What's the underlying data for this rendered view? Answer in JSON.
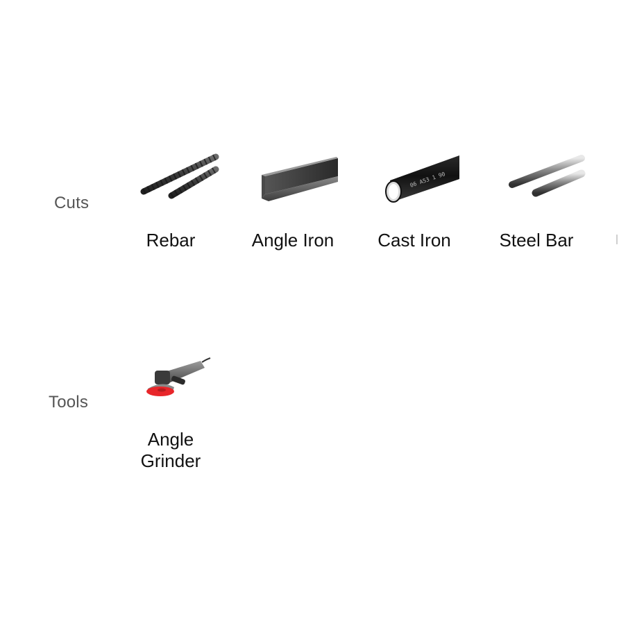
{
  "rows": [
    {
      "label": "Cuts",
      "items": [
        {
          "name": "Rebar",
          "icon": "rebar-icon"
        },
        {
          "name": "Angle Iron",
          "icon": "angle-iron-icon"
        },
        {
          "name": "Cast Iron",
          "icon": "cast-iron-pipe-icon"
        },
        {
          "name": "Steel Bar",
          "icon": "steel-bar-icon"
        }
      ]
    },
    {
      "label": "Tools",
      "items": [
        {
          "name": "Angle Grinder",
          "icon": "angle-grinder-icon"
        }
      ]
    }
  ],
  "colors": {
    "label": "#555555",
    "caption": "#111111",
    "grinder_disc": "#e8262a"
  }
}
